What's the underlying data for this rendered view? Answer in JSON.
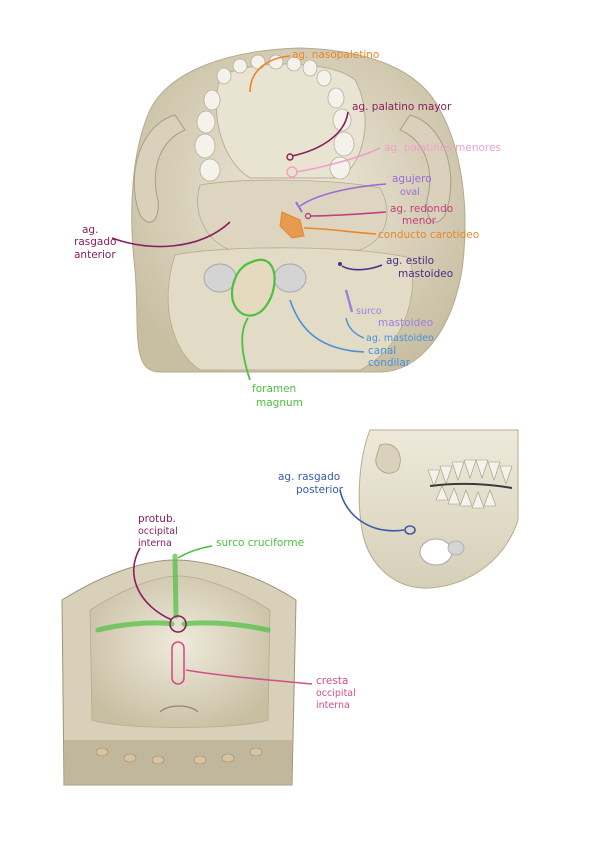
{
  "colors": {
    "orange": "#e8872b",
    "purple_dark": "#8a1f5c",
    "pink": "#f2a0c8",
    "violet": "#9b6bd6",
    "indigo": "#4b2d8a",
    "lavender": "#a07ee0",
    "blue": "#4a90d9",
    "green": "#4cc040",
    "navy": "#3a5aa8",
    "magenta": "#d0508a",
    "bone": "#e6e0cf",
    "bone_shade": "#c9c0a6"
  },
  "figure1": {
    "labels": {
      "nasopalatino": "ag. nasopaletino",
      "palatino_mayor": "ag. palatino mayor",
      "palatinos_menores": "ag. palatinos menores",
      "oval_1": "agujero",
      "oval_2": "oval",
      "redondo_1": "ag. redondo",
      "redondo_2": "menor",
      "carotideo": "conducto carotideo",
      "rasgado_ant_1": "ag.",
      "rasgado_ant_2": "rasgado",
      "rasgado_ant_3": "anterior",
      "estilo_1": "ag. estilo",
      "estilo_2": "mastoideo",
      "surco_mast_1": "surco",
      "surco_mast_2": "mastoideo",
      "ag_mastoideo": "ag. mastoideo",
      "canal_1": "canal",
      "canal_2": "condilar",
      "foramen_1": "foramen",
      "foramen_2": "magnum"
    }
  },
  "figure2": {
    "labels": {
      "rasgado_post_1": "ag. rasgado",
      "rasgado_post_2": "posterior"
    }
  },
  "figure3": {
    "labels": {
      "protub_1": "protub.",
      "protub_2": "occipital",
      "protub_3": "interna",
      "surco_cruciforme": "surco cruciforme",
      "cresta_1": "cresta",
      "cresta_2": "occipital",
      "cresta_3": "interna"
    }
  }
}
